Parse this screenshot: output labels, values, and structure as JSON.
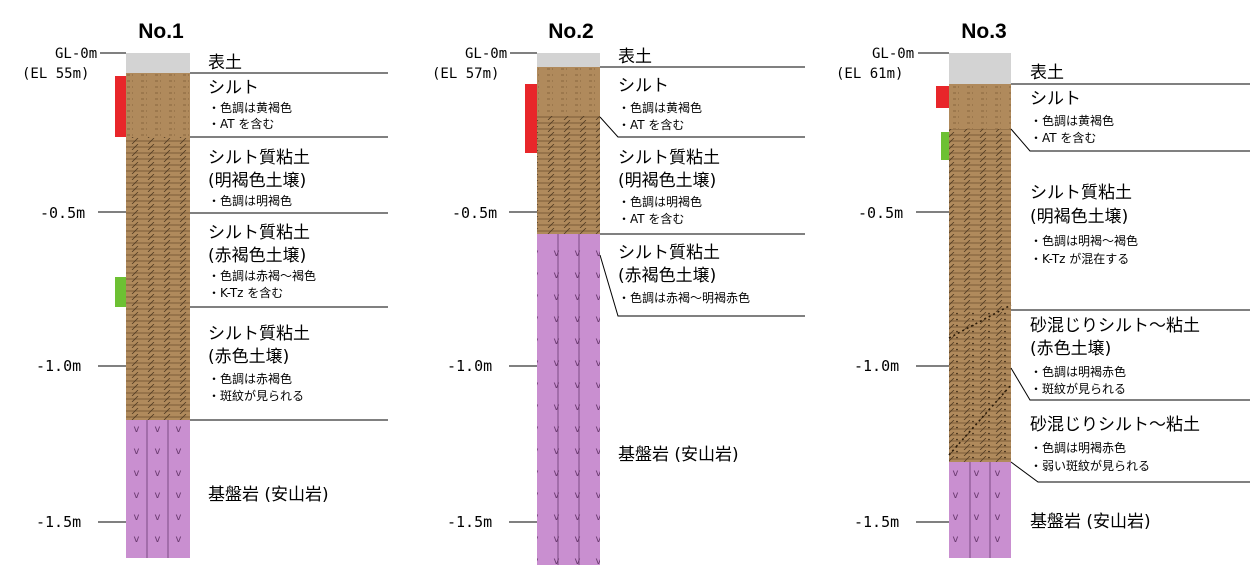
{
  "columns": [
    {
      "id": "no1",
      "title": "No.1",
      "top_label": "GL-0m",
      "elev_label": "(EL 55m)",
      "depth_labels": [
        "-0.5m",
        "-1.0m",
        "-1.5m"
      ],
      "layers": [
        {
          "kind": "topsoil",
          "title": [
            "表土"
          ],
          "notes": []
        },
        {
          "kind": "silt",
          "title": [
            "シルト"
          ],
          "notes": [
            "・色調は黄褐色",
            "・AT を含む"
          ]
        },
        {
          "kind": "silty_clay",
          "title": [
            "シルト質粘土",
            "(明褐色土壌)"
          ],
          "notes": [
            "・色調は明褐色"
          ]
        },
        {
          "kind": "silty_clay",
          "title": [
            "シルト質粘土",
            "(赤褐色土壌)"
          ],
          "notes": [
            "・色調は赤褐～褐色",
            "・K-Tz を含む"
          ]
        },
        {
          "kind": "silty_clay",
          "title": [
            "シルト質粘土",
            "(赤色土壌)"
          ],
          "notes": [
            "・色調は赤褐色",
            "・斑紋が見られる"
          ]
        },
        {
          "kind": "bedrock",
          "title": [
            "基盤岩 (安山岩)"
          ],
          "notes": []
        }
      ],
      "markers": [
        {
          "color": "#e8262a",
          "from_m": 0.02,
          "to_m": 0.3
        },
        {
          "color": "#6dc033",
          "from_m": 0.74,
          "to_m": 0.84
        }
      ]
    },
    {
      "id": "no2",
      "title": "No.2",
      "top_label": "GL-0m",
      "elev_label": "(EL 57m)",
      "depth_labels": [
        "-0.5m",
        "-1.0m",
        "-1.5m"
      ],
      "layers": [
        {
          "kind": "topsoil",
          "title": [
            "表土"
          ],
          "notes": []
        },
        {
          "kind": "silt",
          "title": [
            "シルト"
          ],
          "notes": [
            "・色調は黄褐色",
            "・AT を含む"
          ]
        },
        {
          "kind": "silty_clay",
          "title": [
            "シルト質粘土",
            "(明褐色土壌)"
          ],
          "notes": [
            "・色調は明褐色",
            "・AT を含む"
          ]
        },
        {
          "kind": "silty_clay",
          "title": [
            "シルト質粘土",
            "(赤褐色土壌)"
          ],
          "notes": [
            "・色調は赤褐～明褐赤色"
          ]
        },
        {
          "kind": "bedrock",
          "title": [
            "基盤岩 (安山岩)"
          ],
          "notes": []
        }
      ],
      "markers": [
        {
          "color": "#e8262a",
          "from_m": 0.1,
          "to_m": 0.34
        }
      ]
    },
    {
      "id": "no3",
      "title": "No.3",
      "top_label": "GL-0m",
      "elev_label": "(EL 61m)",
      "depth_labels": [
        "-0.5m",
        "-1.0m",
        "-1.5m"
      ],
      "layers": [
        {
          "kind": "topsoil",
          "title": [
            "表土"
          ],
          "notes": []
        },
        {
          "kind": "silt",
          "title": [
            "シルト"
          ],
          "notes": [
            "・色調は黄褐色",
            "・AT を含む"
          ]
        },
        {
          "kind": "silty_clay",
          "title": [
            "シルト質粘土",
            "(明褐色土壌)"
          ],
          "notes": [
            "・色調は明褐～褐色",
            "・K-Tz が混在する"
          ]
        },
        {
          "kind": "sandy",
          "title": [
            "砂混じりシルト～粘土",
            "(赤色土壌)"
          ],
          "notes": [
            "・色調は明褐赤色",
            "・斑紋が見られる"
          ]
        },
        {
          "kind": "sandy",
          "title": [
            "砂混じりシルト～粘土"
          ],
          "notes": [
            "・色調は明褐赤色",
            "・弱い斑紋が見られる"
          ]
        },
        {
          "kind": "bedrock",
          "title": [
            "基盤岩 (安山岩)"
          ],
          "notes": []
        }
      ],
      "markers": [
        {
          "color": "#e8262a",
          "from_m": 0.03,
          "to_m": 0.1
        },
        {
          "color": "#6dc033",
          "from_m": 0.2,
          "to_m": 0.3
        }
      ]
    }
  ],
  "colors": {
    "topsoil": "#d3d3d3",
    "soil": "#b08a5c",
    "hatch": "#6e5030",
    "bedrock": "#c98fd0",
    "bedrock_mark": "#6a3a70",
    "line": "#000000"
  }
}
